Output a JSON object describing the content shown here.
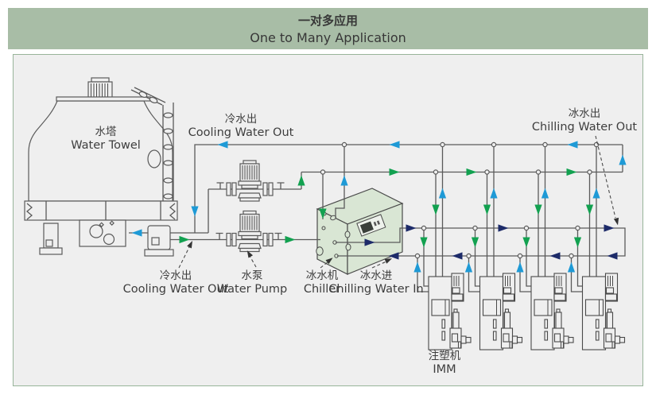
{
  "banner": {
    "title_zh": "一对多应用",
    "title_en": "One to Many Application"
  },
  "labels": {
    "tower": {
      "zh": "水塔",
      "en": "Water Towel"
    },
    "cooling_out_top": {
      "zh": "冷水出",
      "en": "Cooling Water Out"
    },
    "cooling_out_bottom": {
      "zh": "冷水出",
      "en": "Cooling Water Out"
    },
    "pump": {
      "zh": "水泵",
      "en": "Water Pump"
    },
    "chiller": {
      "zh": "冰水机",
      "en": "Chiller"
    },
    "chilling_in": {
      "zh": "冰水进",
      "en": "Chilling Water In"
    },
    "chilling_out": {
      "zh": "冰水出",
      "en": "Chilling Water Out"
    },
    "imm": {
      "zh": "注塑机",
      "en": "IMM"
    }
  },
  "colors": {
    "banner_bg": "#a8bda6",
    "panel_bg": "#efefef",
    "panel_border": "#98b49a",
    "line": "#5a5a5a",
    "machine_line": "#4a4a4a",
    "arrow_blue": "#1e9ad6",
    "arrow_green": "#12a150",
    "arrow_navy": "#1d2b69",
    "chiller_fill": "#d9e6d4",
    "text": "#3e3e3e"
  }
}
